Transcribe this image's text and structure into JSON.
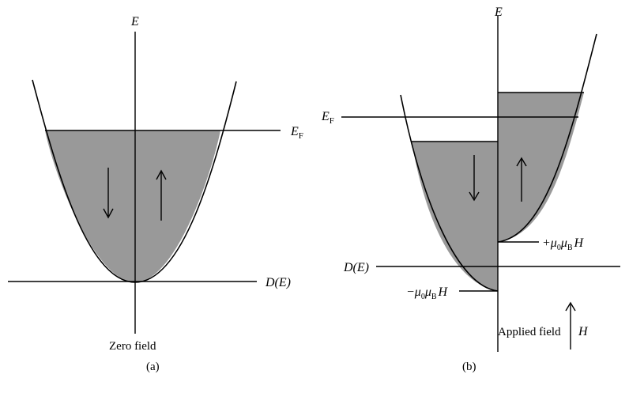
{
  "panel_a": {
    "energy_axis_label": "E",
    "fermi_level_label": "E",
    "fermi_level_subscript": "F",
    "dos_axis_label": "D(E)",
    "field_caption": "Zero field",
    "panel_label": "(a)",
    "spin_down_arrow": "down-arrow",
    "spin_up_arrow": "up-arrow"
  },
  "panel_b": {
    "energy_axis_label": "E",
    "fermi_level_label": "E",
    "fermi_level_subscript": "F",
    "dos_axis_label": "D(E)",
    "plus_shift_label": "+μ",
    "plus_shift_sub0": "0",
    "plus_shift_mu": "μ",
    "plus_shift_subB": "B",
    "plus_shift_H": "H",
    "minus_shift_label": "−μ",
    "minus_shift_sub0": "0",
    "minus_shift_mu": "μ",
    "minus_shift_subB": "B",
    "minus_shift_H": "H",
    "applied_field_label": "Applied field",
    "applied_field_symbol": "H",
    "panel_label": "(b)",
    "spin_down_arrow": "down-arrow",
    "spin_up_arrow": "up-arrow"
  },
  "colors": {
    "filled_band": "#999999",
    "line": "#000000"
  }
}
